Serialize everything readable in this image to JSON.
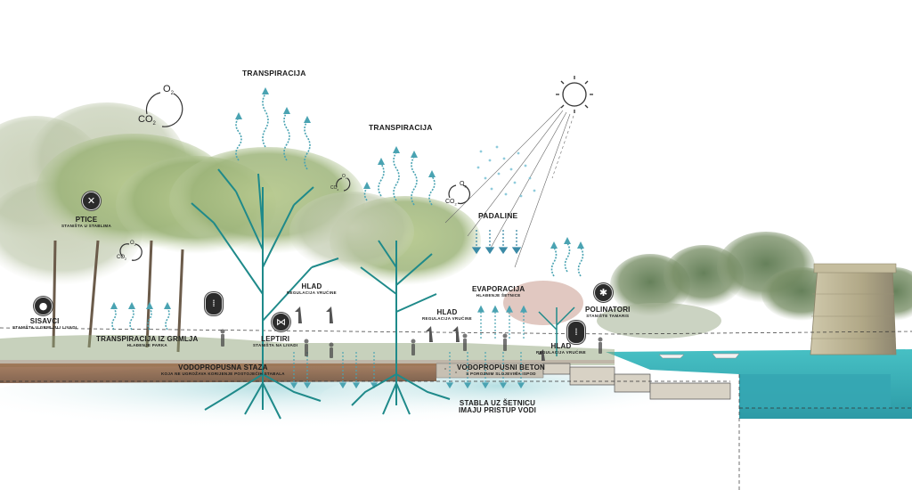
{
  "labels": {
    "transpiracija_1": "TRANSPIRACIJA",
    "transpiracija_2": "TRANSPIRACIJA",
    "padaline": "PADALINE",
    "ptice": {
      "title": "PTICE",
      "sub": "STANIŠTA U STABLIMA"
    },
    "sisavci": {
      "title": "SISAVCI",
      "sub": "STANIŠTA U GRMLJU I LIVADI"
    },
    "transpiracija_grmlja": {
      "title": "TRANSPIRACIJA IZ GRMLJA",
      "sub": "HLAĐENJE PARKA"
    },
    "leptiri": {
      "title": "LEPTIRI",
      "sub": "STANIŠTA NA LIVADI"
    },
    "hlad_1": {
      "title": "HLAD",
      "sub": "REGULACIJA VRUĆINE"
    },
    "hlad_2": {
      "title": "HLAD",
      "sub": "REGULACIJA VRUĆINE"
    },
    "hlad_3": {
      "title": "HLAD",
      "sub": "REGULACIJA VRUĆINE"
    },
    "evaporacija": {
      "title": "EVAPORACIJA",
      "sub": "HLAĐENJE ŠETNICE"
    },
    "polinatori": {
      "title": "POLINATORI",
      "sub": "STANIŠTE TAMARIS"
    },
    "vodopropusna_staza": {
      "title": "VODOPROPUSNA STAZA",
      "sub": "KOJA NE UGROŽAVA KORIJENJE POSTOJEĆIH STABALA"
    },
    "vodopropusni_beton": {
      "title": "VODOPROPUSNI BETON",
      "sub": "S POROZNIM SLOJEVIMA ISPOD"
    },
    "stabla_line1": "STABLA UZ ŠETNICU",
    "stabla_line2": "IMAJU PRISTUP VODI"
  },
  "co2": {
    "o2": "O",
    "o2_sub": "2",
    "co2": "CO",
    "co2_sub": "2"
  },
  "icons": {
    "ptice": "bird-icon",
    "sisavci": "hedgehog-icon",
    "leptiri": "butterfly-icon",
    "thermometer_1": "thermometer-icon",
    "thermometer_2": "thermometer-icon",
    "polinatori": "bee-icon",
    "sun": "sun-icon"
  },
  "colors": {
    "roots": "#1f8a8a",
    "water": "#3fb8c0",
    "rain": "#5aaec8",
    "soil": "#8a5a3c",
    "foliage": "#9bb87a",
    "tower": "#b9b092"
  }
}
